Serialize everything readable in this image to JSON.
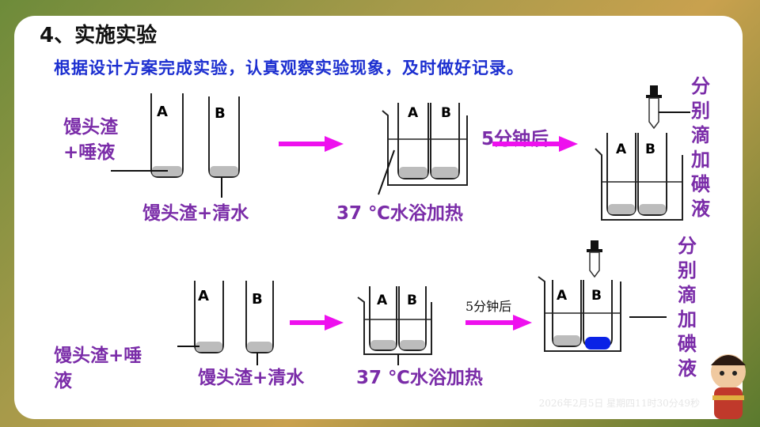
{
  "title": "4、实施实验",
  "subtitle": "根据设计方案完成实验，认真观察实验现象，及时做好记录。",
  "tube_labels": {
    "a": "A",
    "b": "B"
  },
  "row1": {
    "label_a_line1": "馒头渣",
    "label_a_line2": "+唾液",
    "label_b": "馒头渣+清水",
    "bath_label": "37 ℃水浴加热",
    "time_label": "5分钟后",
    "iodine_label": [
      "分",
      "别",
      "滴",
      "加",
      "碘",
      "液"
    ]
  },
  "row2": {
    "label_a_line1": "馒头渣+唾",
    "label_a_line2": "液",
    "label_b": "馒头渣+清水",
    "bath_label": "37 ℃水浴加热",
    "time_label": "5分钟后",
    "iodine_label": [
      "分",
      "别",
      "滴",
      "加",
      "碘",
      "液"
    ]
  },
  "colors": {
    "arrow": "#ee10ee",
    "title_blue": "#1c2fd0",
    "label_purple": "#7a2ca8",
    "blue_result": "#0a22e6"
  },
  "footer_timestamp": "2026年2月5日 星期四11时30分49秒"
}
